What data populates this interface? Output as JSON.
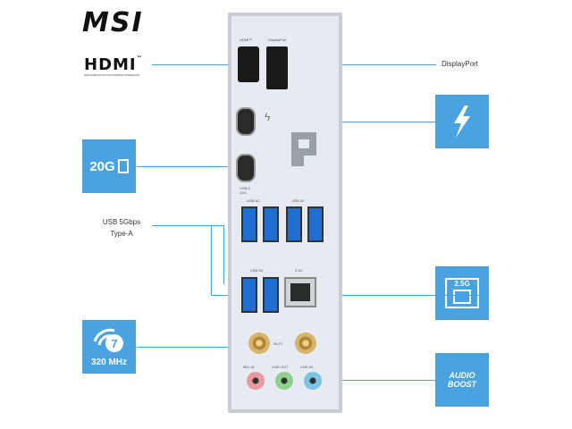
{
  "brand": {
    "logo": "MSI"
  },
  "hdmi": {
    "logo": "HDMI",
    "trademark": "™",
    "subtext": "HIGH-DEFINITION MULTIMEDIA INTERFACE"
  },
  "left_labels": {
    "usb": "USB 5Gbps\nType-A",
    "tile_20g": "20G"
  },
  "right_labels": {
    "displayport": "DisplayPort",
    "lan": "2.5G",
    "audio": "AUDIO\nBOOST"
  },
  "wifi_tile": {
    "number": "7",
    "text": "320 MHz"
  },
  "panel": {
    "top_labels": [
      "HDMI™",
      "DisplayPort"
    ],
    "usbc_label": "USB-C\n20G",
    "usb_labels": [
      "USB 5G",
      "USB 5G",
      "USB 5G"
    ],
    "lan_label": "2.5G",
    "wifi_label": "WI-FI",
    "audio_labels": [
      "MIC-IN",
      "LINE-OUT",
      "LINE-IN"
    ]
  },
  "colors": {
    "accent": "#4aa3e0",
    "panel": "#e6ebf2",
    "port_blue": "#1e6fd0"
  }
}
